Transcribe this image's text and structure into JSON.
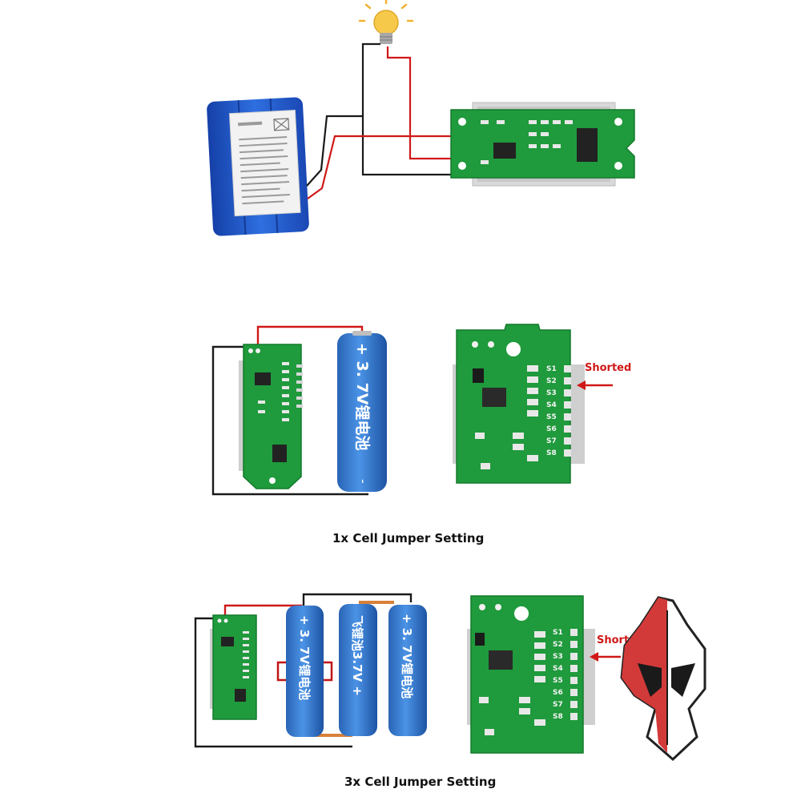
{
  "colors": {
    "wire_red": "#d01818",
    "wire_black": "#1a1a1a",
    "pcb_green": "#1f9a3c",
    "pcb_dark": "#137a2c",
    "battery_blue": "#2f74c8",
    "battery_pack_blue": "#1f4fc0",
    "annotation_red": "#d01818",
    "copper": "#d8813a"
  },
  "battery_cell": {
    "label_top": "+ 3. 7V锂电池",
    "label_minus": "-",
    "label_flipped": "飞锂池3.7V +"
  },
  "pad_labels": [
    "S1",
    "S2",
    "S3",
    "S4",
    "S5",
    "S6",
    "S7",
    "S8"
  ],
  "annotations": {
    "shorted_1": "Shorted",
    "shorted_2": "Shorted"
  },
  "captions": {
    "one_cell": "1x Cell Jumper Setting",
    "three_cell": "3x Cell Jumper Setting"
  },
  "icons": {
    "bulb": "light-bulb-icon",
    "logo": "spartan-helmet-logo"
  }
}
